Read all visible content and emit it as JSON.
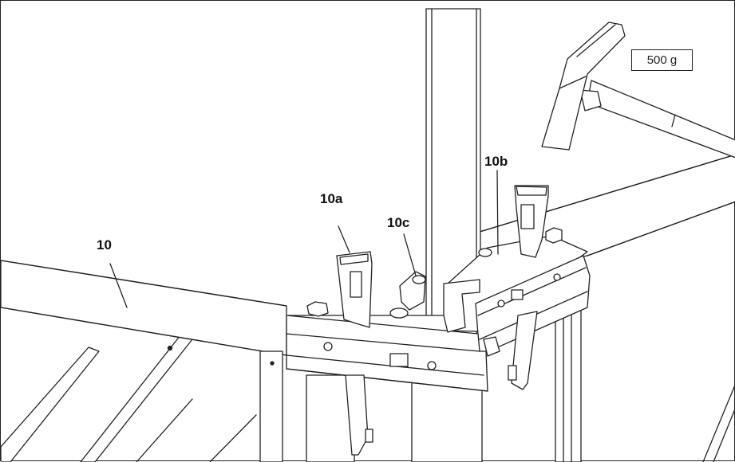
{
  "callouts": {
    "beam": "10",
    "wedge_left": "10a",
    "wedge_right": "10b",
    "clip": "10c"
  },
  "hammer_weight": "500 g",
  "icons": [
    "hammer-icon",
    "wedge-icon",
    "clamp-icon"
  ]
}
